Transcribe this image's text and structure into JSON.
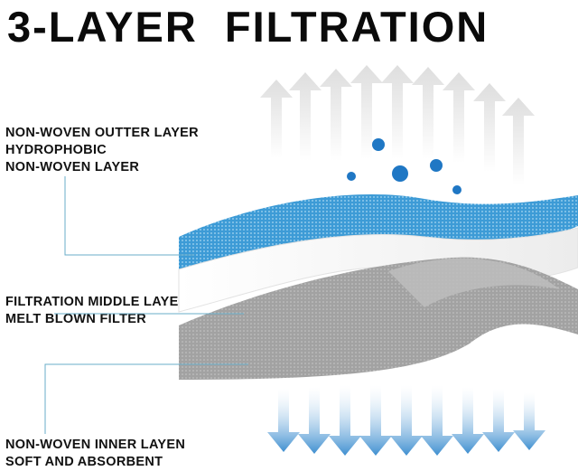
{
  "title": "3-LAYER  FILTRATION",
  "layers": [
    {
      "id": "outer",
      "lines": [
        "NON-WOVEN OUTTER LAYER",
        "HYDROPHOBIC",
        "NON-WOVEN LAYER"
      ],
      "color": "#3d9bd6"
    },
    {
      "id": "middle",
      "lines": [
        "FILTRATION MIDDLE LAYER",
        "MELT BLOWN FILTER"
      ],
      "color": "#f2f2f2"
    },
    {
      "id": "inner",
      "lines": [
        "NON-WOVEN INNER LAYEN",
        "SOFT AND ABSORBENT"
      ],
      "color": "#9c9c9c"
    }
  ],
  "colors": {
    "outgoing_arrows": "#e4e4e4",
    "incoming_arrows": "#4a98d4",
    "droplets": "#1f77c4",
    "leader_lines": "#6aaec9"
  }
}
